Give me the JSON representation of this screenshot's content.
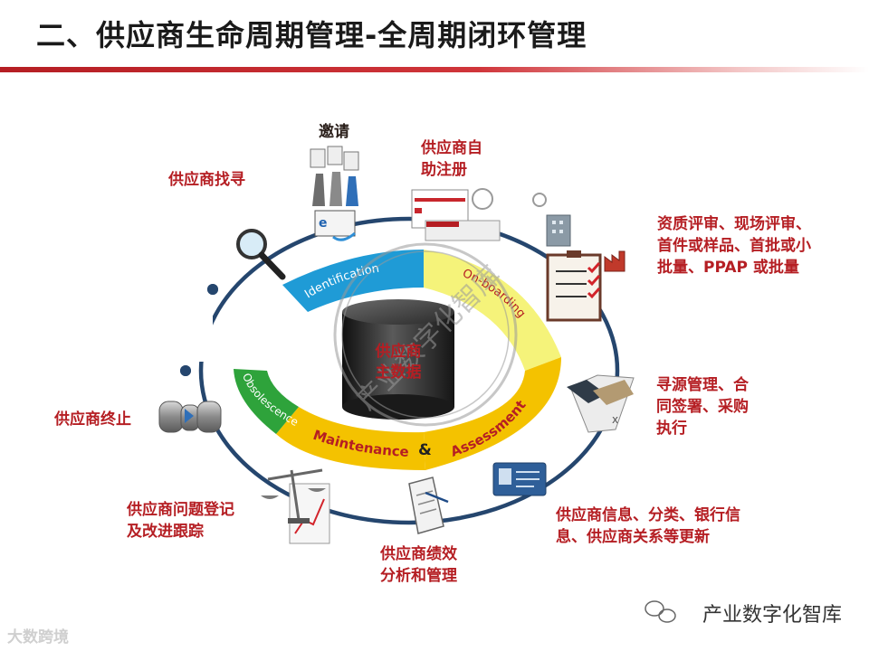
{
  "title": "二、供应商生命周期管理-全周期闭环管理",
  "labels": {
    "invite": "邀请",
    "find": "供应商找寻",
    "self_register": [
      "供应商自",
      "助注册"
    ],
    "qualification": [
      "资质评审、现场评审、",
      "首件或样品、首批或小",
      "批量、PPAP 或批量"
    ],
    "sourcing": [
      "寻源管理、合",
      "同签署、采购",
      "执行"
    ],
    "info_update": [
      "供应商信息、分类、银行信",
      "息、供应商关系等更新"
    ],
    "performance": [
      "供应商绩效",
      "分析和管理"
    ],
    "issues": [
      "供应商问题登记",
      "及改进跟踪"
    ],
    "terminate": "供应商终止",
    "master_data": [
      "供应商",
      "主数据"
    ]
  },
  "arc_text": {
    "identification": "Identification",
    "onboarding": "On-boarding",
    "obsolescence": "Obsolescence",
    "maintenance": "Maintenance",
    "amp": "&",
    "assessment": "Assessment"
  },
  "watermarks": {
    "center": "产业数字化智库",
    "bottom_right": "产业数字化智库",
    "bottom_left": "大数跨境"
  },
  "colors": {
    "accent_red": "#b51e23",
    "ring_navy": "#25466e",
    "arc_blue": "#1f9bd6",
    "arc_yellow_light": "#f5f37a",
    "arc_yellow": "#f4c200",
    "arc_green": "#2ea33b"
  }
}
